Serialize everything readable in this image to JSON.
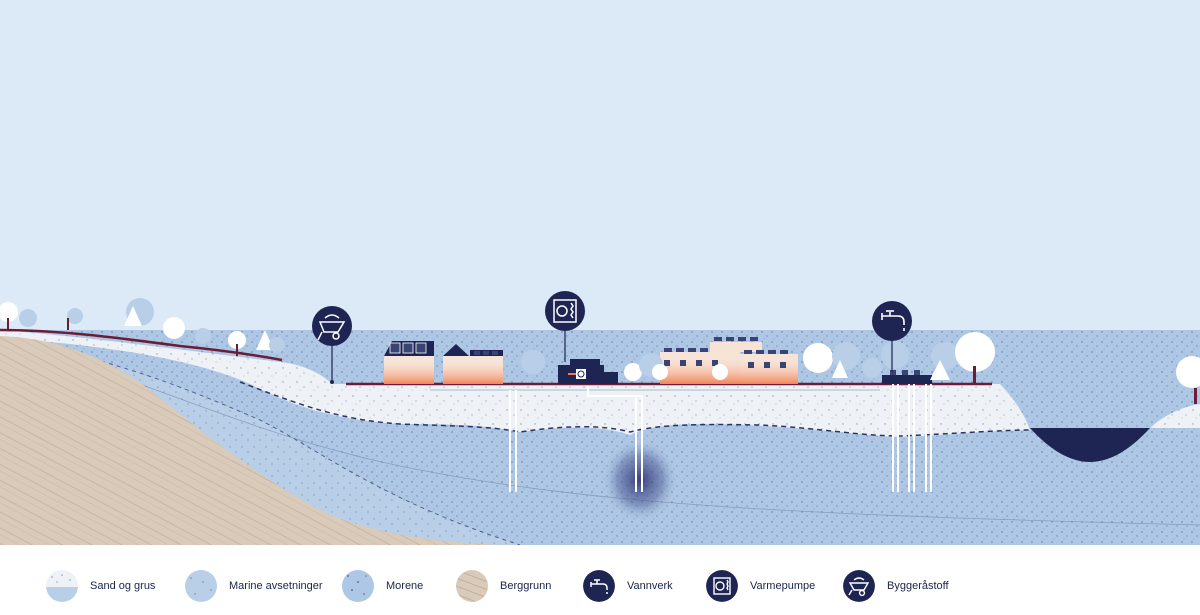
{
  "colors": {
    "sky": "#dce9f7",
    "sand": "#eef1f5",
    "marine": "#b7cde6",
    "morene": "#a9c3e2",
    "bedrock": "#d8c8b7",
    "navy": "#1e2553",
    "road": "#6a1d36",
    "heat": "#f07a4a",
    "lake": "#1e2553"
  },
  "markers": [
    {
      "name": "byggeraastoff-marker",
      "icon": "wheelbarrow-icon"
    },
    {
      "name": "varmepumpe-marker",
      "icon": "heat-pump-icon"
    },
    {
      "name": "vannverk-marker",
      "icon": "water-tap-icon"
    }
  ],
  "legend": [
    {
      "key": "sand",
      "label": "Sand og grus",
      "icon": "sand-swatch"
    },
    {
      "key": "marine",
      "label": "Marine avsetninger",
      "icon": "marine-swatch"
    },
    {
      "key": "morene",
      "label": "Morene",
      "icon": "morene-swatch"
    },
    {
      "key": "bedrock",
      "label": "Berggrunn",
      "icon": "bedrock-swatch"
    },
    {
      "key": "vannverk",
      "label": "Vannverk",
      "icon": "water-tap-icon"
    },
    {
      "key": "varmepumpe",
      "label": "Varmepumpe",
      "icon": "heat-pump-icon"
    },
    {
      "key": "byggeraastoff",
      "label": "Byggeråstoff",
      "icon": "wheelbarrow-icon"
    }
  ]
}
